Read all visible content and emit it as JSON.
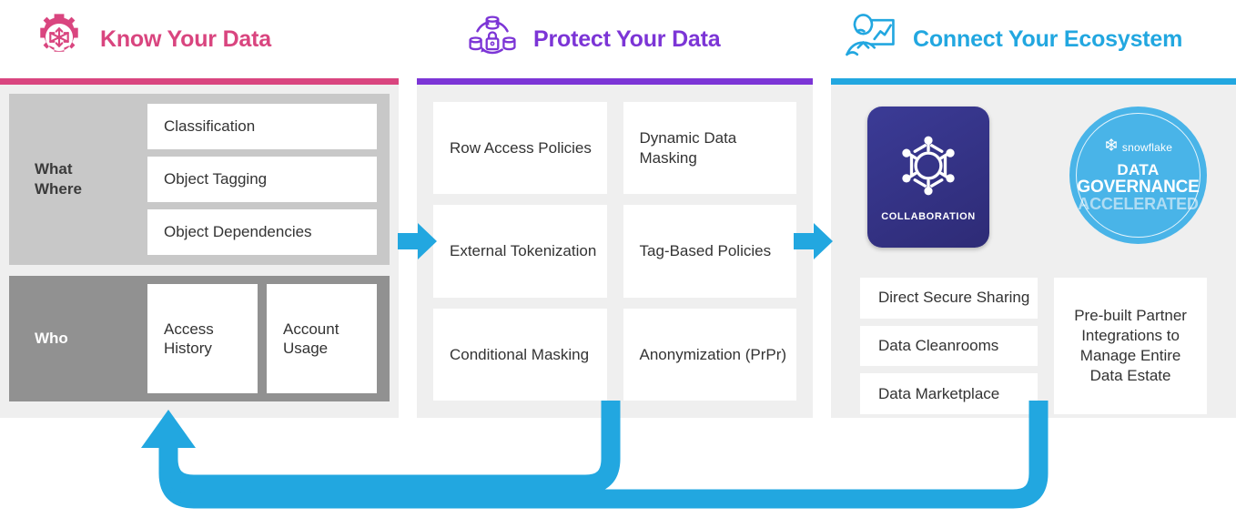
{
  "columns": [
    {
      "id": "know",
      "title": "Know Your Data",
      "color": "#D9457F",
      "icon": "gear-snowflake-icon",
      "bands": [
        {
          "label": "What\nWhere",
          "label_line1": "What",
          "label_line2": "Where",
          "items": [
            "Classification",
            "Object Tagging",
            "Object Dependencies"
          ]
        },
        {
          "label": "Who",
          "items": [
            "Access History",
            "Account Usage"
          ]
        }
      ]
    },
    {
      "id": "protect",
      "title": "Protect Your Data",
      "color": "#7C35D6",
      "icon": "databases-lock-icon",
      "items": [
        "Row Access Policies",
        "Dynamic Data Masking",
        "External Tokenization",
        "Tag-Based Policies",
        "Conditional Masking",
        "Anonymization (PrPr)"
      ]
    },
    {
      "id": "connect",
      "title": "Connect Your Ecosystem",
      "color": "#22A7E0",
      "icon": "person-chart-icon",
      "collaboration_tile": {
        "label": "COLLABORATION",
        "icon": "network-hexagon-icon",
        "color": "#33338C"
      },
      "badge": {
        "brand": "snowflake",
        "brand_icon": "snowflake-icon",
        "line1": "DATA",
        "line2": "GOVERNANCE",
        "line3": "ACCELERATED",
        "color": "#49B4E8",
        "line3_color": "#AFDCF3"
      },
      "left_items": [
        "Direct Secure Sharing",
        "Data Cleanrooms",
        "Data Marketplace"
      ],
      "right_card": "Pre-built Partner Integrations to Manage Entire Data Estate"
    }
  ],
  "arrows": {
    "flow_color": "#22A7E0",
    "feedback_color": "#22A7E0"
  }
}
